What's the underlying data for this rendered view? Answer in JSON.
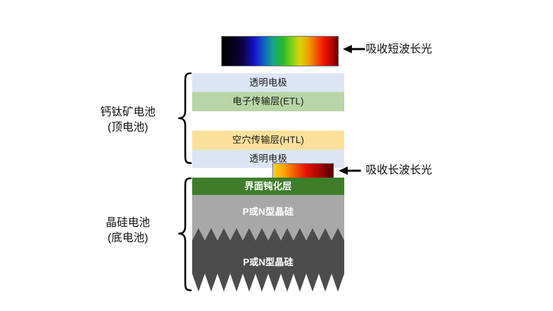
{
  "diagram": {
    "title": "perovskite-silicon tandem solar cell cross-section",
    "annotations": {
      "short_wave": "吸收短波长光",
      "long_wave": "吸收长波长光"
    },
    "side_labels": [
      {
        "line1": "钙钛矿电池",
        "line2": "(顶电池)"
      },
      {
        "line1": "晶硅电池",
        "line2": "(底电池)"
      }
    ],
    "layers": [
      {
        "id": "tco-top",
        "label": "透明电极",
        "color": "#dde5f5"
      },
      {
        "id": "etl",
        "label": "电子传输层(ETL)",
        "color": "#b7d5a6"
      },
      {
        "id": "absorber",
        "label": "",
        "color": "#ffffff"
      },
      {
        "id": "htl",
        "label": "空穴传输层(HTL)",
        "color": "#fbe09a"
      },
      {
        "id": "tco-bottom",
        "label": "透明电极",
        "color": "#dde5f5"
      },
      {
        "id": "passivation",
        "label": "界面钝化层",
        "color": "#3f7d2b"
      },
      {
        "id": "silicon-top",
        "label": "P或N型晶硅",
        "color": "#a8a8a8"
      },
      {
        "id": "silicon-textured",
        "label": "P或N型晶硅",
        "color": "#4c4c4c"
      }
    ],
    "spectra": [
      {
        "id": "full-spectrum",
        "description": "black-violet-blue-green-yellow-red gradient"
      },
      {
        "id": "long-wave-spectrum",
        "description": "yellow-orange-red-dark red gradient"
      }
    ]
  }
}
